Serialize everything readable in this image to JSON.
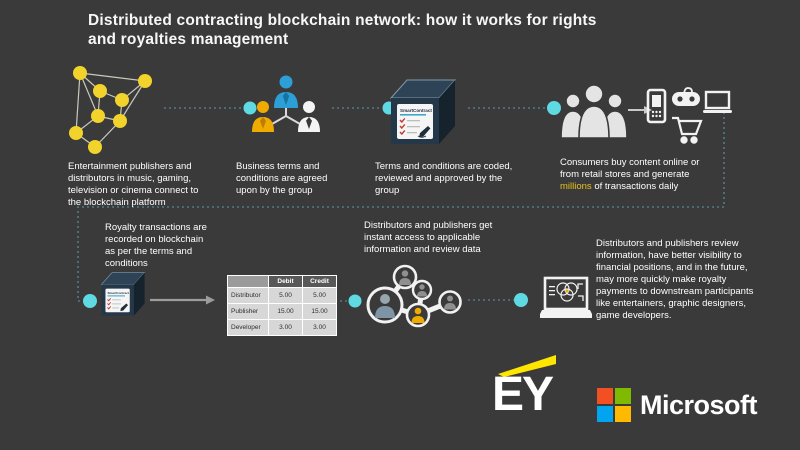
{
  "title": {
    "line1": "Distributed contracting blockchain network: how it works for rights",
    "line2": "and royalties management"
  },
  "steps": {
    "step1": {
      "caption": "Entertainment publishers and distributors in music, gaming, television or cinema connect to the blockchain platform",
      "icon": "network-graph-icon"
    },
    "step2": {
      "caption": "Business terms and conditions are agreed upon by the group",
      "icon": "group-agreement-icon"
    },
    "step3": {
      "caption": "Terms and conditions are coded, reviewed and approved by the group",
      "icon": "smart-contract-cube-icon"
    },
    "step4": {
      "caption_pre": "Consumers buy content online or from retail stores and generate ",
      "caption_highlight": "millions",
      "caption_post": " of transactions daily",
      "icon": "consumers-devices-icon"
    },
    "step5": {
      "caption": "Royalty transactions are recorded on blockchain as per the terms and conditions",
      "icon": "smart-contract-cube-icon"
    },
    "step6": {
      "caption": "Distributors and publishers get instant access to applicable information and review data",
      "icon": "participants-network-icon"
    },
    "step7": {
      "caption": "Distributors and publishers review information, have better visibility to financial positions, and in the future, may more quickly make royalty payments to downstream participants like entertainers, graphic designers, game developers.",
      "icon": "laptop-report-icon"
    }
  },
  "smart_contract": {
    "label": "SmartContract"
  },
  "table": {
    "headers": [
      "",
      "Debit",
      "Credit"
    ],
    "rows": [
      {
        "label": "Distributor",
        "debit": "5.00",
        "credit": "5.00"
      },
      {
        "label": "Publisher",
        "debit": "15.00",
        "credit": "15.00"
      },
      {
        "label": "Developer",
        "debit": "3.00",
        "credit": "3.00"
      }
    ]
  },
  "logos": {
    "ey": "EY",
    "microsoft": "Microsoft"
  },
  "colors": {
    "background": "#3a3a3a",
    "ey_yellow": "#ffe600",
    "node_yellow": "#f2d32b",
    "person_yellow": "#f0ab00",
    "person_blue": "#2b9fd6",
    "highlight_yellow": "#e8c31d",
    "cyan_dot": "#5fd9e2",
    "dash_teal": "#4e7d84",
    "cube_front": "#24384a",
    "cube_top": "#2e4456",
    "cube_side": "#16222c",
    "ms_red": "#f25022",
    "ms_green": "#7fba00",
    "ms_blue": "#00a4ef",
    "ms_yellow": "#ffb900"
  }
}
